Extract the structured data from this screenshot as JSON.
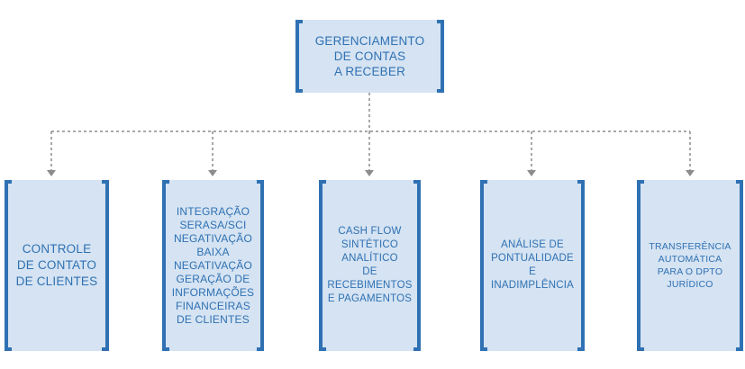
{
  "root": {
    "label": "GERENCIAMENTO\nDE CONTAS\nA RECEBER"
  },
  "children": [
    {
      "label": "CONTROLE\nDE CONTATO\nDE CLIENTES"
    },
    {
      "label": "INTEGRAÇÃO\nSERASA/SCI\nNEGATIVAÇÃO\nBAIXA\nNEGATIVAÇÃO\nGERAÇÃO DE\nINFORMAÇÕES\nFINANCEIRAS\nDE CLIENTES"
    },
    {
      "label": "CASH FLOW\nSINTÉTICO\nANALÍTICO\nDE\nRECEBIMENTOS\nE PAGAMENTOS"
    },
    {
      "label": "ANÁLISE DE\nPONTUALIDADE\nE\nINADIMPLÊNCIA"
    },
    {
      "label": "TRANSFERÊNCIA\nAUTOMÁTICA\nPARA O DPTO\nJURÍDICO"
    }
  ],
  "colors": {
    "box_fill": "#d5e3f2",
    "accent": "#2f71b3",
    "connector": "#8c8c8c"
  }
}
